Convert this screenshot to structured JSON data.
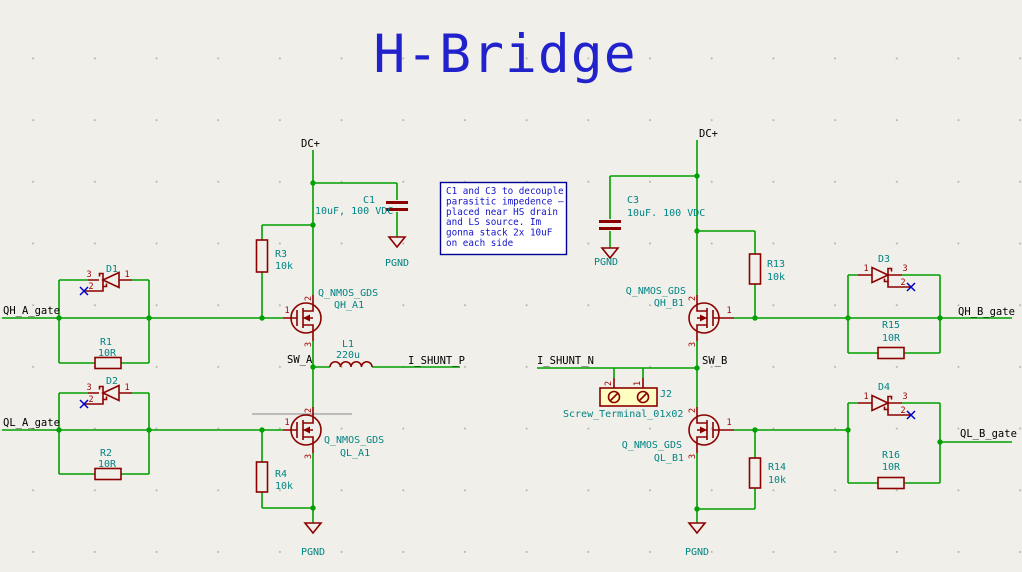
{
  "title": "H-Bridge",
  "note": {
    "lines": [
      "C1 and C3 to decouple",
      "parasitic impedence —",
      "placed near HS drain",
      "and LS source. Im",
      "gonna stack 2x 10uF",
      "on each side"
    ]
  },
  "nets": {
    "dc_plus": "DC+",
    "pgnd": "PGND",
    "sw_a": "SW_A",
    "sw_b": "SW_B",
    "i_shunt_p": "I_SHUNT_P",
    "i_shunt_n": "I_SHUNT_N",
    "qh_a_gate": "QH_A_gate",
    "ql_a_gate": "QL_A_gate",
    "qh_b_gate": "QH_B_gate",
    "ql_b_gate": "QL_B_gate"
  },
  "pins": {
    "p1": "1",
    "p2": "2",
    "p3": "3"
  },
  "components": {
    "c1": {
      "ref": "C1",
      "value": "10uF, 100 VDC"
    },
    "c3": {
      "ref": "C3",
      "value": "10uF. 100 VDC"
    },
    "l1": {
      "ref": "L1",
      "value": "220u"
    },
    "r1": {
      "ref": "R1",
      "value": "10R"
    },
    "r2": {
      "ref": "R2",
      "value": "10R"
    },
    "r3": {
      "ref": "R3",
      "value": "10k"
    },
    "r4": {
      "ref": "R4",
      "value": "10k"
    },
    "r13": {
      "ref": "R13",
      "value": "10k"
    },
    "r14": {
      "ref": "R14",
      "value": "10k"
    },
    "r15": {
      "ref": "R15",
      "value": "10R"
    },
    "r16": {
      "ref": "R16",
      "value": "10R"
    },
    "d1": {
      "ref": "D1"
    },
    "d2": {
      "ref": "D2"
    },
    "d3": {
      "ref": "D3"
    },
    "d4": {
      "ref": "D4"
    },
    "qh_a1": {
      "lib": "Q_NMOS_GDS",
      "ref": "QH_A1"
    },
    "ql_a1": {
      "lib": "Q_NMOS_GDS",
      "ref": "QL_A1"
    },
    "qh_b1": {
      "lib": "Q_NMOS_GDS",
      "ref": "QH_B1"
    },
    "ql_b1": {
      "lib": "Q_NMOS_GDS",
      "ref": "QL_B1"
    },
    "j2": {
      "ref": "J2",
      "value": "Screw_Terminal_01x02"
    }
  },
  "colors": {
    "background": "#F1EFE9",
    "wire_green": "#00A000",
    "symbol_maroon": "#8C0000",
    "field_teal": "#008484",
    "net_label_black": "#000000",
    "title_blue": "#2222CC",
    "note_blue": "#1414C8",
    "no_connect_blue": "#0000C8",
    "terminal_fill_yellow": "#FFFFC2"
  }
}
